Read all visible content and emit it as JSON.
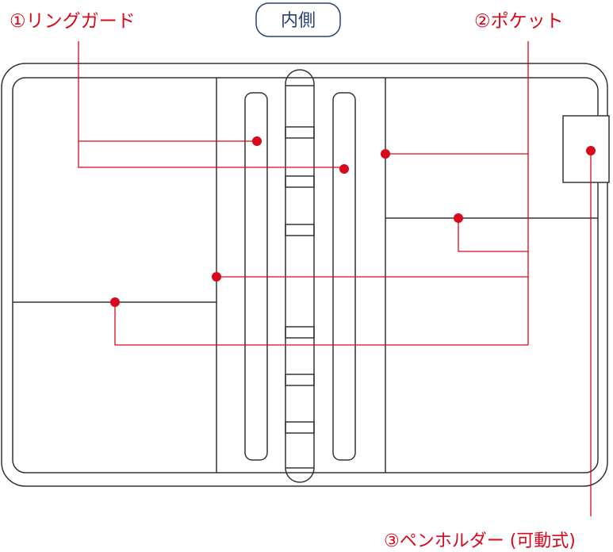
{
  "title": "内側",
  "labels": {
    "ring_guard": "①リングガード",
    "pocket": "②ポケット",
    "pen_holder": "③ペンホルダー (可動式)"
  },
  "colors": {
    "accent": "#d8091b",
    "outline": "#333333",
    "title_border": "#2a3f7a"
  }
}
